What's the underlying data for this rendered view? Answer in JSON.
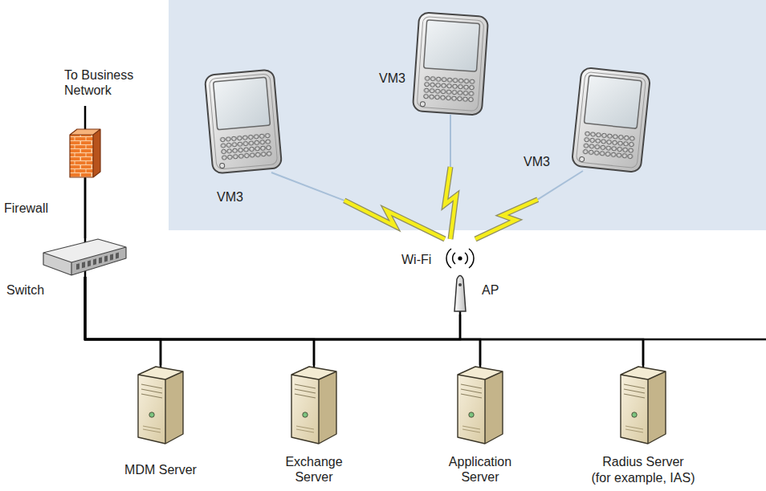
{
  "diagram": {
    "nodes": [
      {
        "text": [
          "VM3"
        ]
      },
      {
        "text": [
          "VM3"
        ]
      },
      {
        "text": [
          "VM3"
        ]
      },
      {
        "text": [
          "Firewall"
        ]
      },
      {
        "text": [
          "Switch"
        ]
      },
      {
        "text": [
          "AP"
        ]
      },
      {
        "text": [
          "MDM Server"
        ]
      },
      {
        "text": [
          "Exchange Server"
        ]
      },
      {
        "text": [
          "Application Server"
        ]
      },
      {
        "text": [
          "Radius Server",
          "(for example, IAS)"
        ]
      }
    ],
    "edges": [
      {
        "from": 0,
        "to": 5,
        "arrow": "none"
      },
      {
        "from": 1,
        "to": 5,
        "arrow": "none"
      },
      {
        "from": 2,
        "to": 5,
        "arrow": "none"
      },
      {
        "from": 3,
        "to": 4,
        "arrow": "none"
      },
      {
        "from": 4,
        "to": 6,
        "arrow": "none"
      },
      {
        "from": 4,
        "to": 7,
        "arrow": "none"
      },
      {
        "from": 4,
        "to": 5,
        "arrow": "none"
      },
      {
        "from": 4,
        "to": 8,
        "arrow": "none"
      },
      {
        "from": 4,
        "to": 9,
        "arrow": "none"
      }
    ],
    "labels": [
      "To Business Network",
      "Wi-Fi"
    ]
  }
}
